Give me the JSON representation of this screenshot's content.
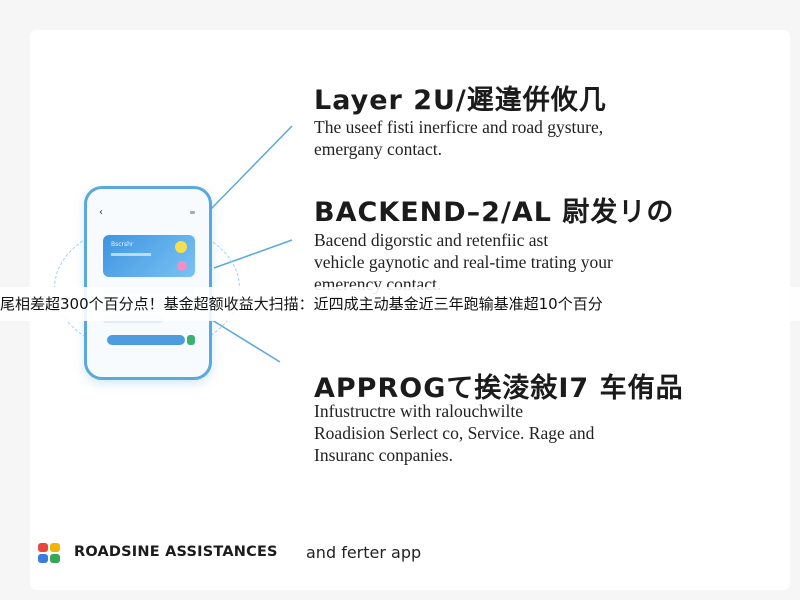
{
  "phone": {
    "back_arrow": "‹",
    "card_label": "Bscrshr"
  },
  "sections": [
    {
      "heading": "Layer 2U/遲違倂攸几",
      "lines": [
        "The useef fisti inerficre and road gysture,",
        "emergany contact."
      ]
    },
    {
      "heading": "BACKEND–2/AL 尉发リの",
      "lines": [
        "Bacend digorstic and retenfiic ast",
        "vehicle gaynotic and real-time trating your",
        "emerency contact."
      ]
    },
    {
      "heading": "APPROGて挨淩敍I7 车侑品",
      "lines": [
        "Infustructre with ralouchwilte",
        "Roadision Serlect co, Service. Rage and",
        "Insuranc conpanies."
      ]
    }
  ],
  "banner": {
    "text": "尾相差超300个百分点！基金超额收益大扫描：近四成主动基金近三年跑输基准超10个百分"
  },
  "footer": {
    "brand": "ROADSINE ASSISTANCES",
    "rest": "and ferter app"
  },
  "colors": {
    "accent": "#5aa9db",
    "logo": [
      "#e8453c",
      "#f5b400",
      "#3b7ddd",
      "#34a853"
    ]
  }
}
